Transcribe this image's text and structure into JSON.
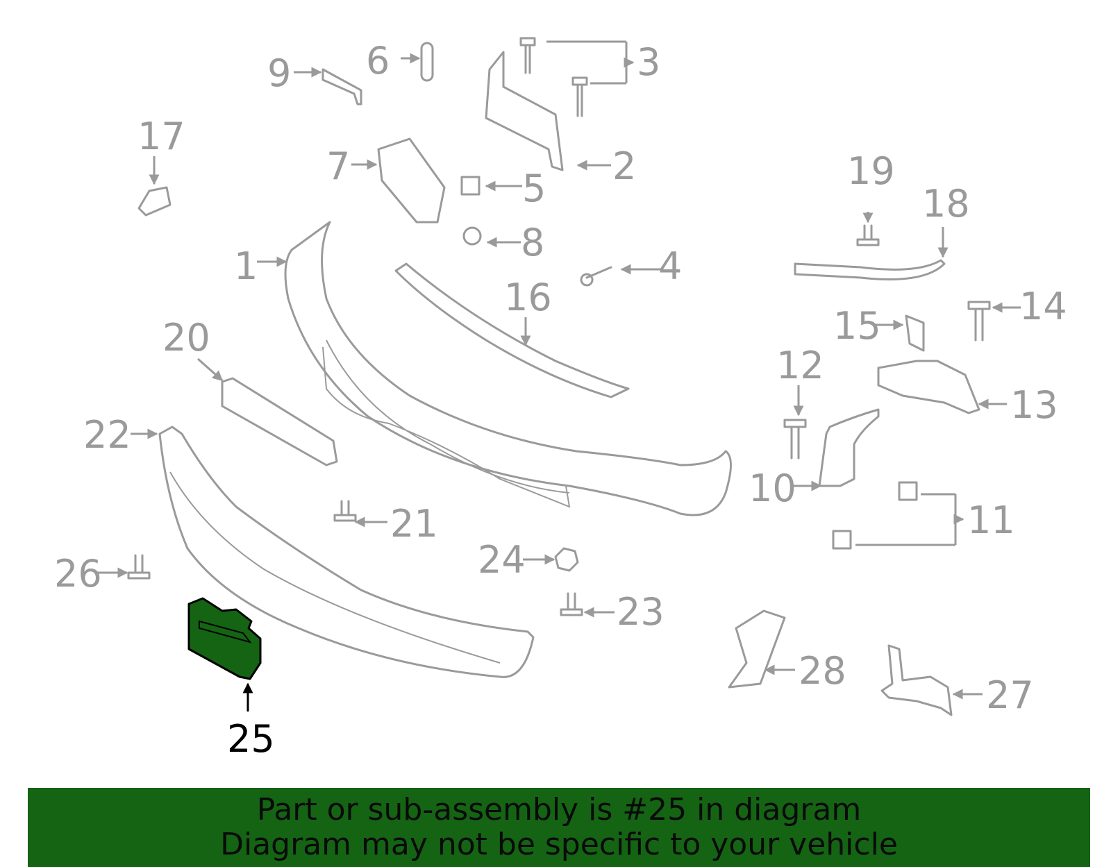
{
  "diagram": {
    "highlight_color": "#146414",
    "line_color": "#9a9a9a",
    "highlighted_part": "25",
    "callouts": [
      "1",
      "2",
      "3",
      "4",
      "5",
      "6",
      "7",
      "8",
      "9",
      "10",
      "11",
      "12",
      "13",
      "14",
      "15",
      "16",
      "17",
      "18",
      "19",
      "20",
      "21",
      "22",
      "23",
      "24",
      "25",
      "26",
      "27",
      "28"
    ]
  },
  "banner": {
    "line1": "Part or sub-assembly is #25 in diagram",
    "line2": "Diagram may not be specific to your vehicle",
    "color": "#146414"
  }
}
